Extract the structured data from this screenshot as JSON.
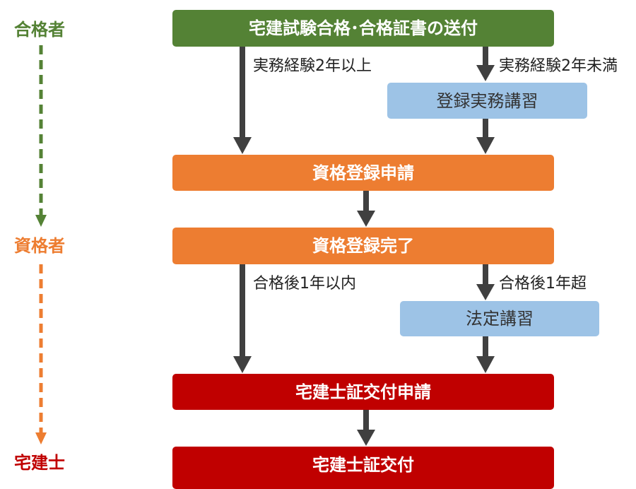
{
  "stages": {
    "passed": {
      "label": "合格者",
      "color": "#548235"
    },
    "qualified": {
      "label": "資格者",
      "color": "#ed7d31"
    },
    "licensed": {
      "label": "宅建士",
      "color": "#c00000"
    }
  },
  "steps": {
    "exam_pass": "宅建試験合格･合格証書の送付",
    "registration_course": "登録実務講習",
    "registration_application": "資格登録申請",
    "registration_complete": "資格登録完了",
    "statutory_course": "法定講習",
    "license_application": "宅建士証交付申請",
    "license_issued": "宅建士証交付"
  },
  "conditions": {
    "experience_2y_or_more": "実務経験2年以上",
    "experience_under_2y": "実務経験2年未満",
    "within_1y": "合格後1年以内",
    "over_1y": "合格後1年超"
  }
}
